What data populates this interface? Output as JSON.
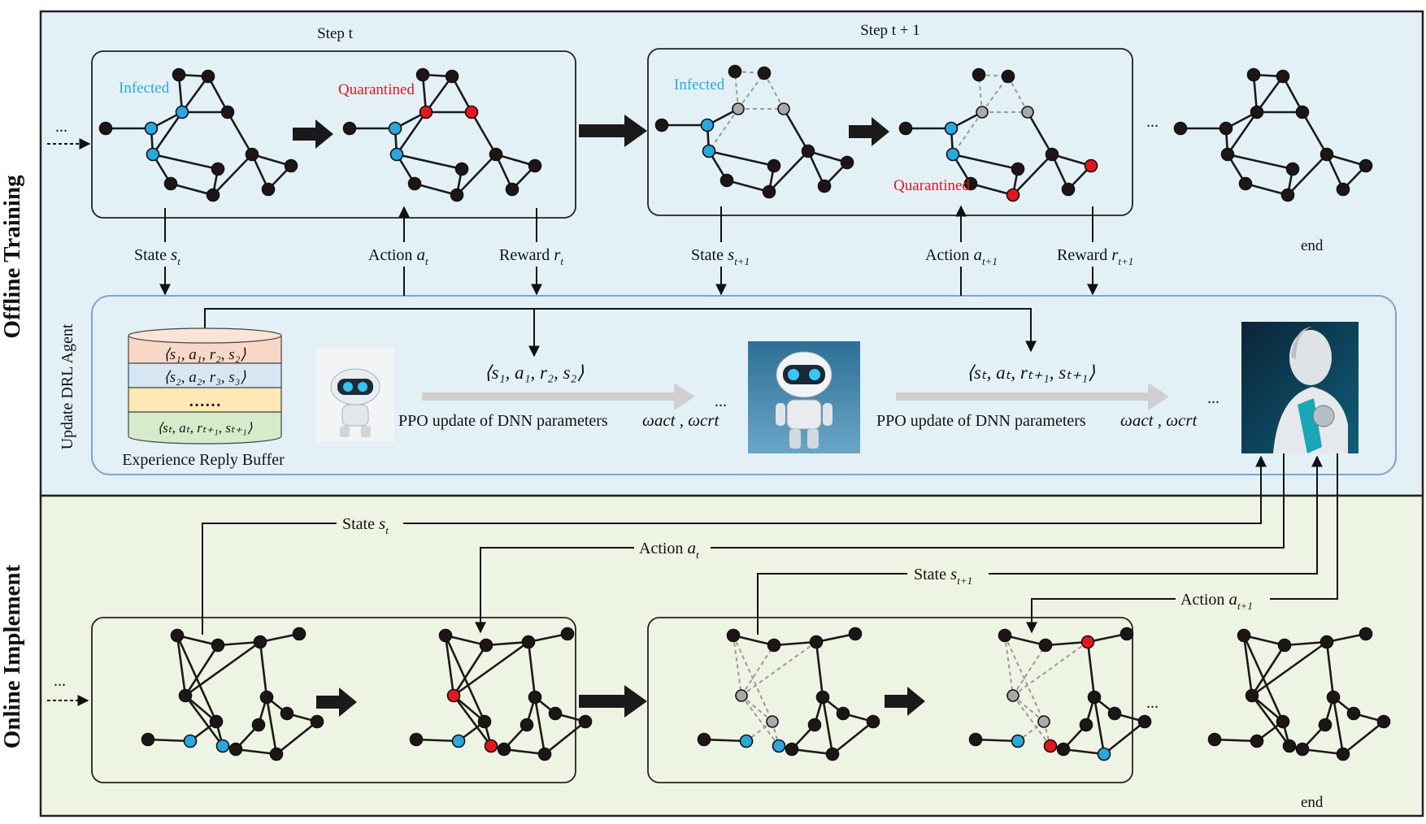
{
  "colors": {
    "training_bg": "#e3f1f7",
    "online_bg": "#eef4e3",
    "infected": "#29a8e0",
    "quarantined": "#e8161b",
    "removed": "#a9a9a9",
    "normal": "#1e1616",
    "agent_border": "#7ea2d6",
    "buffer_layer_1": "#f7d8c6",
    "buffer_layer_2": "#d6e6f3",
    "buffer_layer_3": "#fde8b4",
    "buffer_layer_4": "#d6ebc9"
  },
  "panels": {
    "training": "Offline Training",
    "online": "Online Implement"
  },
  "steps": {
    "step_t_label": "Step t",
    "step_t1_label": "Step t + 1",
    "infected": "Infected",
    "quarantined": "Quarantined",
    "ellipsis": "...",
    "end": "end"
  },
  "signals": {
    "state_word": "State",
    "action_word": "Action",
    "reward_word": "Reward",
    "s": "s",
    "a": "a",
    "r": "r",
    "t": "t",
    "t1": "t+1"
  },
  "agent": {
    "title": "Update DRL Agent",
    "buffer_caption": "Experience Reply Buffer",
    "buffer_rows": [
      "⟨s₁, a₁, r₂, s₂⟩",
      "⟨s₂, a₂, r₃, s₃⟩",
      "……",
      "⟨sₜ, aₜ, rₜ₊₁, sₜ₊₁⟩"
    ],
    "tuple_1": "⟨s₁, a₁, r₂, s₂⟩",
    "tuple_2": "⟨sₜ, aₜ, rₜ₊₁, sₜ₊₁⟩",
    "ppo_label": "PPO update of DNN parameters",
    "omega": "ωact , ωcrt",
    "ellipsis": "..."
  }
}
